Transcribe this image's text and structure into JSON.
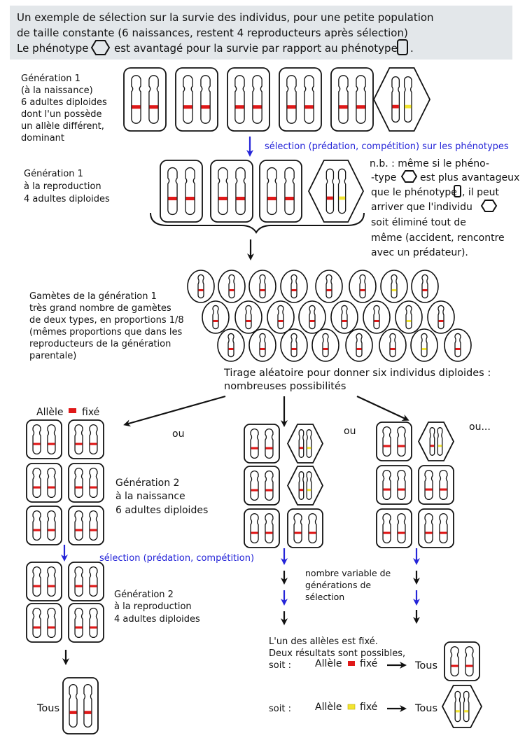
{
  "header": {
    "line1": "Un exemple de sélection sur la survie des individus, pour une petite population",
    "line2": "de taille constante (6 naissances, restent 4 reproducteurs après sélection)",
    "line3_a": "Le phénotype",
    "line3_b": "est avantagé pour la survie par rapport au phénotype",
    "line3_c": "."
  },
  "gen1_birth": [
    "Génération 1",
    "(à la naissance)",
    "6 adultes diploides",
    "dont l'un possède",
    "un allèle différent,",
    "dominant"
  ],
  "selection_label_1": "sélection (prédation, compétition) sur les phénotypes",
  "gen1_repro": [
    "Génération 1",
    "à la reproduction",
    "4 adultes diploides"
  ],
  "note": {
    "l1": "n.b. : même si le phéno-",
    "l2a": "-type",
    "l2b": "est plus avantageux",
    "l3a": "que le phénotype",
    "l3b": ", il  peut",
    "l4": "arriver que l'individu",
    "l5": "soit éliminé tout de",
    "l6": "même (accident, rencontre",
    "l7": "avec un prédateur)."
  },
  "gametes_label": [
    "Gamètes de la  génération 1",
    "très grand nombre de gamètes",
    "de deux types, en proportions 1/8",
    "(mêmes proportions que dans les",
    "reproducteurs de la génération",
    "parentale)"
  ],
  "draw_label": [
    "Tirage aléatoire pour donner six individus diploides :",
    "nombreuses possibilités"
  ],
  "allele_fixe": {
    "a": "Allèle",
    "b": "fixé"
  },
  "ou_1": "ou",
  "ou_2": "ou",
  "ou_3": "ou...",
  "gen2_birth": [
    "Génération 2",
    "à la naissance",
    "6 adultes diploides"
  ],
  "selection_label_2": "sélection (prédation, compétition)",
  "gen2_repro": [
    "Génération 2",
    "à la reproduction",
    "4 adultes diploides"
  ],
  "variable_gen": [
    "nombre variable de",
    "générations de",
    "sélection"
  ],
  "tous_left": "Tous",
  "result_intro": [
    "L'un des allèles est fixé.",
    "Deux résultats sont possibles,"
  ],
  "soit_1": "soit :",
  "soit_2": "soit :",
  "allele_1": "Allèle",
  "fixe_1": "fixé",
  "allele_2": "Allèle",
  "fixe_2": "fixé",
  "tous_1": "Tous",
  "tous_2": "Tous",
  "colors": {
    "red_allele": "#e01818",
    "yellow_allele": "#f2e430",
    "blue_arrow": "#2525d8",
    "header_bg": "#e3e7ea"
  }
}
